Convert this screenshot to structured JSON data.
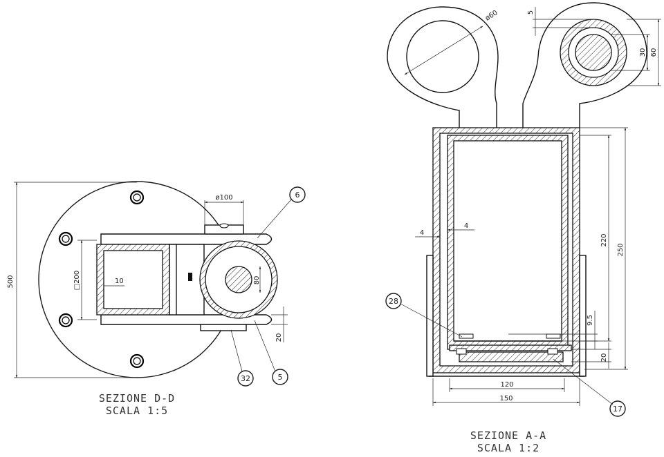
{
  "sections": {
    "dd": {
      "title": "SEZIONE D-D",
      "scale": "SCALA 1:5"
    },
    "aa": {
      "title": "SEZIONE A-A",
      "scale": "SCALA 1:2"
    }
  },
  "dimensions_dd": {
    "overall_height": "500",
    "pin_diameter": "ø100",
    "box_width": "□200",
    "wall": "10",
    "hole": "80",
    "plate": "20"
  },
  "dimensions_aa": {
    "eye_diameter": "ø60",
    "top_gap": "5",
    "pin_30": "30",
    "pin_60": "60",
    "wall_left": "4",
    "wall_right": "4",
    "inner_height": "220",
    "outer_height": "250",
    "gap_95": "9.5",
    "base_20": "20",
    "inner_width": "120",
    "outer_width": "150"
  },
  "callouts": {
    "c6": "6",
    "c5": "5",
    "c32": "32",
    "c28": "28",
    "c17": "17"
  }
}
